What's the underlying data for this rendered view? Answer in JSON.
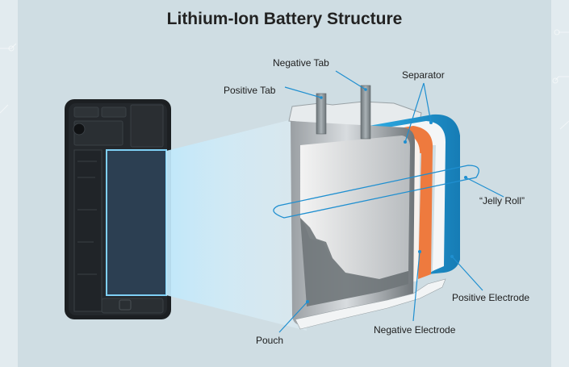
{
  "title": "Lithium-Ion Battery Structure",
  "labels": {
    "negative_tab": "Negative Tab",
    "positive_tab": "Positive Tab",
    "separator": "Separator",
    "jelly_roll": "“Jelly Roll”",
    "positive_electrode": "Positive Electrode",
    "negative_electrode": "Negative Electrode",
    "pouch": "Pouch"
  },
  "colors": {
    "background": "#cfdde3",
    "positive_electrode": "#2aa4dc",
    "negative_electrode": "#ee7a3e",
    "pointer_lines": "#1f8fd0",
    "tabs": "#8e979b",
    "phone_body": "#1c1f22",
    "phone_battery": "#2c3f52"
  }
}
